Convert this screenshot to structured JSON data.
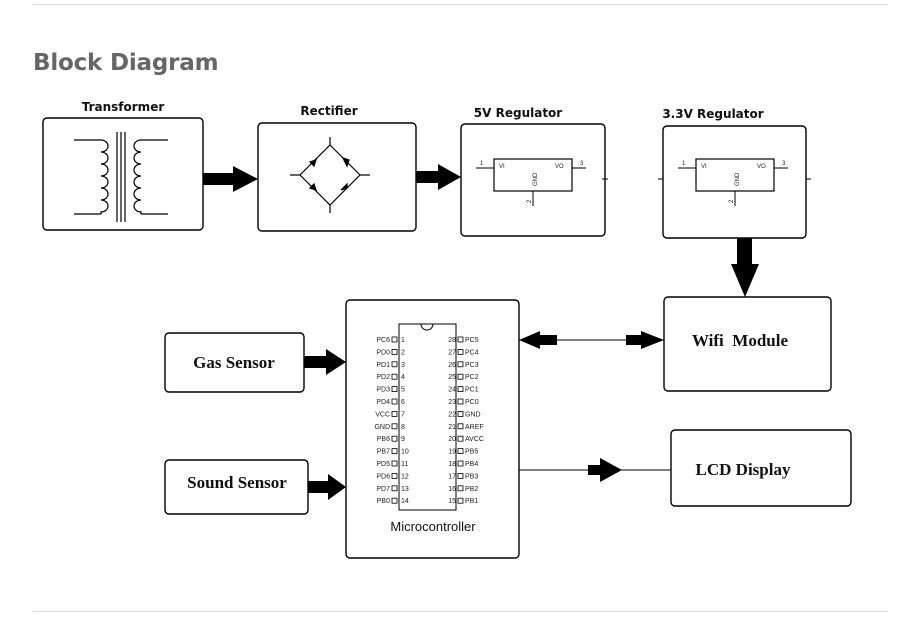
{
  "heading": "Block Diagram",
  "blocks": {
    "transformer": "Transformer",
    "rectifier": "Rectifier",
    "reg5": "5V Regulator",
    "reg33": "3.3V Regulator",
    "gas": "Gas Sensor",
    "sound": "Sound Sensor",
    "wifi": "Wifi  Module",
    "lcd": "LCD Display",
    "mcu": "Microcontroller"
  },
  "regulator_pins": {
    "in_num": "1",
    "out_num": "3",
    "gnd_num": "2",
    "vi": "VI",
    "vo": "VO",
    "gnd": "GND"
  },
  "mcu_pins": {
    "left": [
      {
        "name": "PC6",
        "num": "1"
      },
      {
        "name": "PD0",
        "num": "2"
      },
      {
        "name": "PD1",
        "num": "3"
      },
      {
        "name": "PD2",
        "num": "4"
      },
      {
        "name": "PD3",
        "num": "5"
      },
      {
        "name": "PD4",
        "num": "6"
      },
      {
        "name": "VCC",
        "num": "7"
      },
      {
        "name": "GND",
        "num": "8"
      },
      {
        "name": "PB6",
        "num": "9"
      },
      {
        "name": "PB7",
        "num": "10"
      },
      {
        "name": "PD5",
        "num": "11"
      },
      {
        "name": "PD6",
        "num": "12"
      },
      {
        "name": "PD7",
        "num": "13"
      },
      {
        "name": "PB0",
        "num": "14"
      }
    ],
    "right": [
      {
        "name": "PC5",
        "num": "28"
      },
      {
        "name": "PC4",
        "num": "27"
      },
      {
        "name": "PC3",
        "num": "26"
      },
      {
        "name": "PC2",
        "num": "25"
      },
      {
        "name": "PC1",
        "num": "24"
      },
      {
        "name": "PC0",
        "num": "23"
      },
      {
        "name": "GND",
        "num": "22"
      },
      {
        "name": "AREF",
        "num": "21"
      },
      {
        "name": "AVCC",
        "num": "20"
      },
      {
        "name": "PB5",
        "num": "19"
      },
      {
        "name": "PB4",
        "num": "18"
      },
      {
        "name": "PB3",
        "num": "17"
      },
      {
        "name": "PB2",
        "num": "16"
      },
      {
        "name": "PB1",
        "num": "15"
      }
    ]
  }
}
